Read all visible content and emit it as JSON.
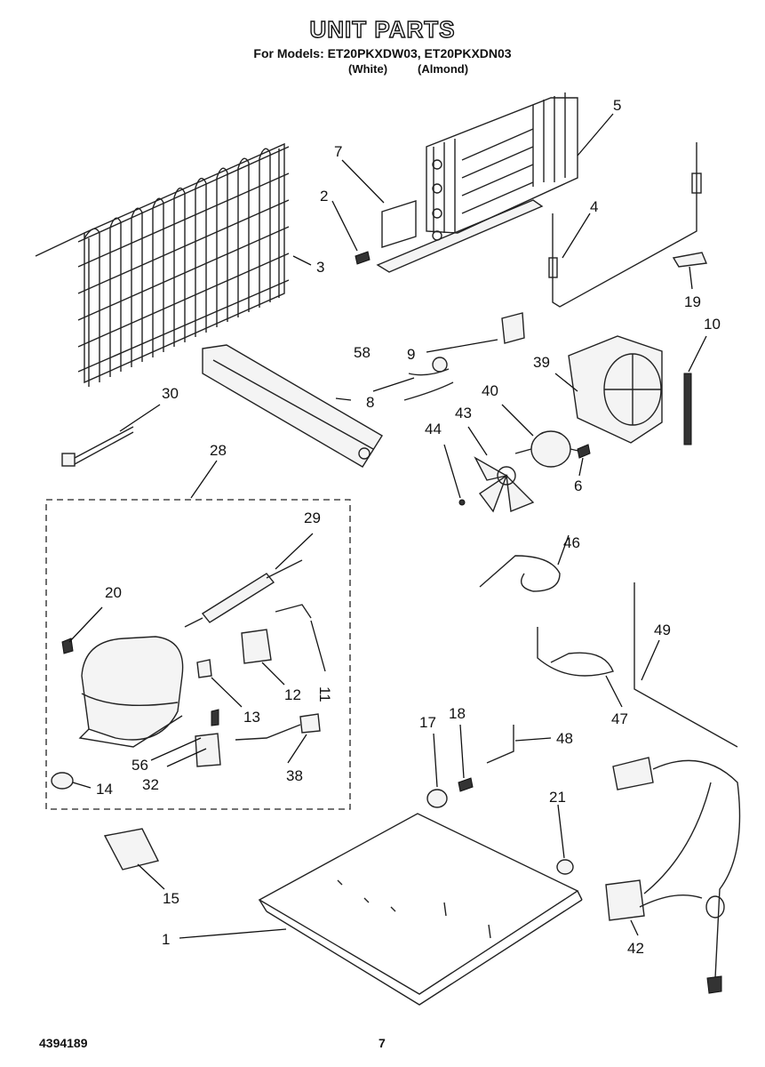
{
  "header": {
    "title": "UNIT PARTS",
    "models_line": "For Models: ET20PKXDW03, ET20PKXDN03",
    "color_white": "(White)",
    "color_almond": "(Almond)"
  },
  "footer": {
    "doc_number": "4394189",
    "page_number": "7"
  },
  "callouts": {
    "c1": "1",
    "c2": "2",
    "c3": "3",
    "c4": "4",
    "c5": "5",
    "c6": "6",
    "c7": "7",
    "c8": "8",
    "c9": "9",
    "c10": "10",
    "c11": "11",
    "c12": "12",
    "c13": "13",
    "c14": "14",
    "c15": "15",
    "c17": "17",
    "c18": "18",
    "c19": "19",
    "c20": "20",
    "c21": "21",
    "c28": "28",
    "c29": "29",
    "c30": "30",
    "c32": "32",
    "c38": "38",
    "c39": "39",
    "c40": "40",
    "c42": "42",
    "c43": "43",
    "c44": "44",
    "c46": "46",
    "c47": "47",
    "c48": "48",
    "c49": "49",
    "c56": "56",
    "c58": "58"
  }
}
